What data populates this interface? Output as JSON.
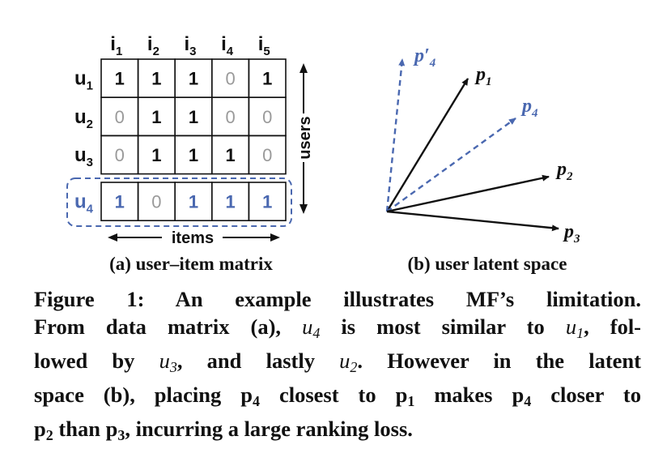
{
  "matrix": {
    "columns": [
      "i1",
      "i2",
      "i3",
      "i4",
      "i5"
    ],
    "rows": [
      {
        "label": "u1",
        "values": [
          1,
          1,
          1,
          0,
          1
        ]
      },
      {
        "label": "u2",
        "values": [
          0,
          1,
          1,
          0,
          0
        ]
      },
      {
        "label": "u3",
        "values": [
          0,
          1,
          1,
          1,
          0
        ]
      },
      {
        "label": "u4",
        "values": [
          1,
          0,
          1,
          1,
          1
        ]
      }
    ],
    "users_label": "users",
    "items_label": "items",
    "caption": "(a) user–item matrix"
  },
  "latent": {
    "caption": "(b) user latent space",
    "vectors": [
      {
        "label": "p1",
        "angle_deg": 52,
        "style": "solid",
        "color": "#111111"
      },
      {
        "label": "p4",
        "angle_deg": 31,
        "style": "dashed",
        "color": "#4a68b0"
      },
      {
        "label": "p'4",
        "angle_deg": 80,
        "style": "dashed",
        "color": "#4a68b0"
      },
      {
        "label": "p2",
        "angle_deg": 12,
        "style": "solid",
        "color": "#111111"
      },
      {
        "label": "p3",
        "angle_deg": -6,
        "style": "solid",
        "color": "#111111"
      }
    ]
  },
  "colors": {
    "accent": "#4a68b0",
    "text": "#111111",
    "muted": "#9a9a9a"
  },
  "caption": {
    "l1": "Figure 1:  An example illustrates MF’s limitation.",
    "l2a": "From data matrix (a), ",
    "l2b": "u",
    "l2c": "4",
    "l2d": " is most similar to ",
    "l2e": "u",
    "l2f": "1",
    "l2g": ", fol-",
    "l3a": "lowed by ",
    "l3b": "u",
    "l3c": "3",
    "l3d": ", and lastly ",
    "l3e": "u",
    "l3f": "2",
    "l3g": ".  However in the latent",
    "l4a": "space (b), placing ",
    "l4b": "p",
    "l4c": "4",
    "l4d": " closest to ",
    "l4e": "p",
    "l4f": "1",
    "l4g": " makes ",
    "l4h": "p",
    "l4i": "4",
    "l4j": " closer to",
    "l5a": "p",
    "l5b": "2",
    "l5c": " than ",
    "l5d": "p",
    "l5e": "3",
    "l5f": ", incurring a large ranking loss."
  }
}
